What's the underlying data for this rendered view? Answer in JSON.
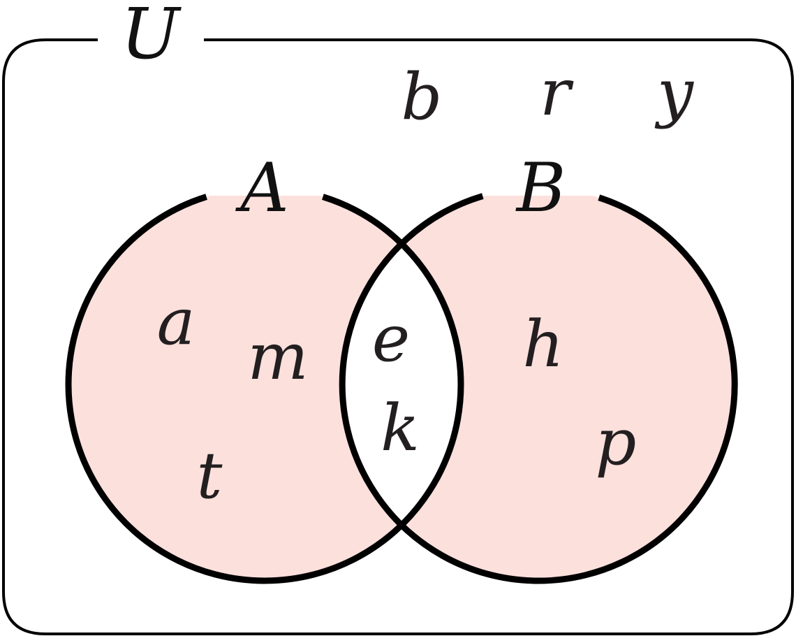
{
  "universe": {
    "label": "U",
    "outside_elements": [
      "b",
      "r",
      "y"
    ]
  },
  "set_a": {
    "label": "A",
    "only_elements": [
      "a",
      "m",
      "t"
    ]
  },
  "set_b": {
    "label": "B",
    "only_elements": [
      "h",
      "p"
    ]
  },
  "intersection": {
    "elements": [
      "e",
      "k"
    ]
  },
  "colors": {
    "shade": "#fce0dc",
    "outline": "#000000",
    "text": "#231f20"
  }
}
